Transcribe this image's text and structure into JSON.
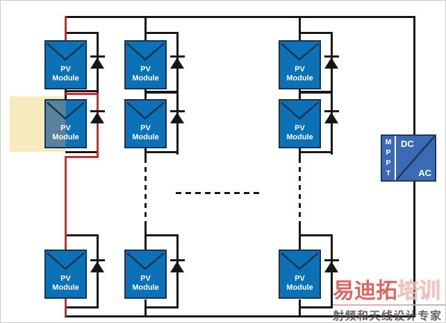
{
  "diagram": {
    "module": {
      "line1": "PV",
      "line2": "Module"
    },
    "inverter": {
      "mppt_letters": [
        "M",
        "P",
        "P",
        "T"
      ],
      "dc_label": "DC",
      "ac_label": "AC"
    },
    "colors": {
      "module_blue": "#0b72b7",
      "shaded_module_blue": "#58829e",
      "inverter_blue": "#3a6bb4",
      "wire_black": "#161616",
      "bypass_current_red": "#d6252c",
      "shade_yellow": "#f7e9ba"
    }
  },
  "watermark": {
    "logo_primary": "易迪拓",
    "logo_secondary": "培训",
    "tagline": "射频和天线设计专家",
    "logo_primary_color": "#d9534b",
    "logo_secondary_color": "#f0bcbc",
    "tagline_color": "#4d4d4d"
  }
}
